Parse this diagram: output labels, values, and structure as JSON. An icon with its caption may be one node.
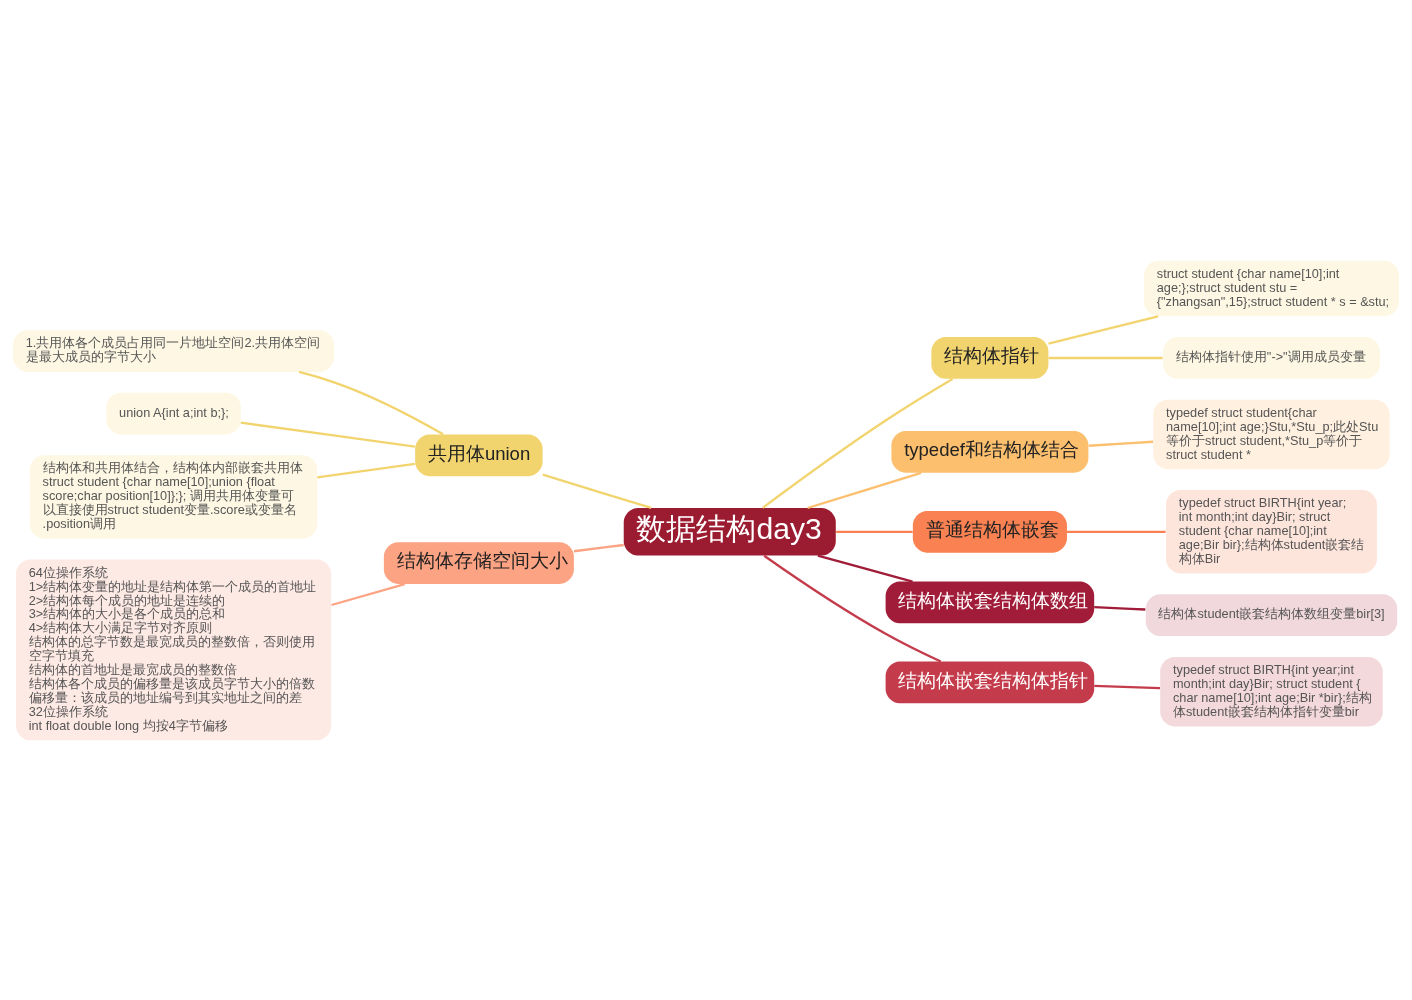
{
  "diagram": {
    "nodes": [
      {
        "text": [
          "数据结构day3"
        ]
      },
      {
        "text": [
          "结构体指针"
        ]
      },
      {
        "text": [
          "struct student {char name[10];int age;};struct student stu = {\"zhangsan\",15};struct student * s = &stu;"
        ]
      },
      {
        "text": [
          "结构体指针使用\"->\"调用成员变量"
        ]
      },
      {
        "text": [
          "typedef和结构体结合"
        ]
      },
      {
        "text": [
          "typedef struct student{char name[10];int age;}Stu,*Stu_p;此处Stu等价于struct student,*Stu_p等价于struct student *"
        ]
      },
      {
        "text": [
          "普通结构体嵌套"
        ]
      },
      {
        "text": [
          "typedef struct BIRTH{int year; int month;int day}Bir; struct student {char name[10];int age;Bir bir};结构体student嵌套结构体Bir"
        ]
      },
      {
        "text": [
          "结构体嵌套结构体数组"
        ]
      },
      {
        "text": [
          "结构体student嵌套结构体数组变量bir[3]"
        ]
      },
      {
        "text": [
          "结构体嵌套结构体指针"
        ]
      },
      {
        "text": [
          "typedef struct BIRTH{int year;int month;int day}Bir; struct student { char name[10];int age;Bir *bir};结构体student嵌套结构体指针变量bir"
        ]
      },
      {
        "text": [
          "共用体union"
        ]
      },
      {
        "text": [
          "1.共用体各个成员占用同一片地址空间2.共用体空间是最大成员的字节大小"
        ]
      },
      {
        "text": [
          "union A{int a;int b;};"
        ]
      },
      {
        "text": [
          "结构体和共用体结合，结构体内部嵌套共用体struct student {char name[10];union {float score;char position[10]};}; 调用共用体变量可以直接使用struct student变量.score或变量名.position调用"
        ]
      },
      {
        "text": [
          "结构体存储空间大小"
        ]
      },
      {
        "text": [
          "64位操作系统",
          "1>结构体变量的地址是结构体第一个成员的首地址",
          "2>结构体每个成员的地址是连续的",
          "3>结构体的大小是各个成员的总和",
          "4>结构体大小满足字节对齐原则",
          "结构体的总字节数是最宽成员的整数倍，否则使用空字节填充",
          "结构体的首地址是最宽成员的整数倍",
          "结构体各个成员的偏移量是该成员字节大小的倍数",
          "偏移量：该成员的地址编号到其实地址之间的差",
          "32位操作系统",
          "int float double long 均按4字节偏移"
        ]
      }
    ],
    "edges": [
      {
        "from": 0,
        "to": 1,
        "arrow": "none",
        "color": "#f2d46f"
      },
      {
        "from": 1,
        "to": 2,
        "arrow": "none",
        "color": "#f2d46f"
      },
      {
        "from": 1,
        "to": 3,
        "arrow": "none",
        "color": "#f2d46f"
      },
      {
        "from": 0,
        "to": 4,
        "arrow": "none",
        "color": "#fbbf6e"
      },
      {
        "from": 4,
        "to": 5,
        "arrow": "none",
        "color": "#fbbf6e"
      },
      {
        "from": 0,
        "to": 6,
        "arrow": "none",
        "color": "#fa8151"
      },
      {
        "from": 6,
        "to": 7,
        "arrow": "none",
        "color": "#fa8151"
      },
      {
        "from": 0,
        "to": 8,
        "arrow": "none",
        "color": "#a01c38"
      },
      {
        "from": 8,
        "to": 9,
        "arrow": "none",
        "color": "#a01c38"
      },
      {
        "from": 0,
        "to": 10,
        "arrow": "none",
        "color": "#c43b4b"
      },
      {
        "from": 10,
        "to": 11,
        "arrow": "none",
        "color": "#c43b4b"
      },
      {
        "from": 0,
        "to": 12,
        "arrow": "none",
        "color": "#f2d46f"
      },
      {
        "from": 12,
        "to": 13,
        "arrow": "none",
        "color": "#f2d46f"
      },
      {
        "from": 12,
        "to": 14,
        "arrow": "none",
        "color": "#f2d46f"
      },
      {
        "from": 12,
        "to": 15,
        "arrow": "none",
        "color": "#f2d46f"
      },
      {
        "from": 0,
        "to": 16,
        "arrow": "none",
        "color": "#fca383"
      },
      {
        "from": 16,
        "to": 17,
        "arrow": "none",
        "color": "#fca383"
      }
    ]
  }
}
